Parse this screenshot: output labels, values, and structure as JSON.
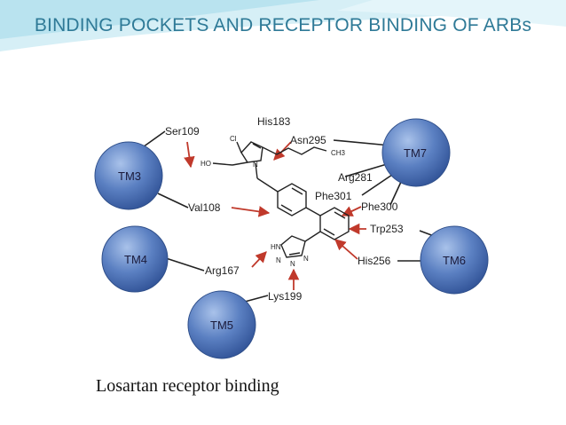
{
  "slide": {
    "title": "BINDING POCKETS AND RECEPTOR BINDING OF ARBs",
    "caption": "Losartan receptor binding"
  },
  "colors": {
    "title": "#2f7a97",
    "helix": "#4a6fb0",
    "arrow": "#c0392b",
    "swoosh": "#b9e3ef"
  },
  "helices": {
    "tm3": "TM3",
    "tm4": "TM4",
    "tm5": "TM5",
    "tm6": "TM6",
    "tm7": "TM7"
  },
  "residues": {
    "ser109": "Ser109",
    "his183": "His183",
    "asn295": "Asn295",
    "arg281": "Arg281",
    "phe301": "Phe301",
    "phe300": "Phe300",
    "val108": "Val108",
    "trp253": "Trp253",
    "his256": "His256",
    "arg167": "Arg167",
    "lys199": "Lys199"
  },
  "atoms": {
    "cl": "Cl",
    "ho": "HO",
    "n": "N",
    "ch3": "CH3",
    "hn": "HN",
    "n2": "N",
    "n3": "N",
    "n4": "N"
  }
}
